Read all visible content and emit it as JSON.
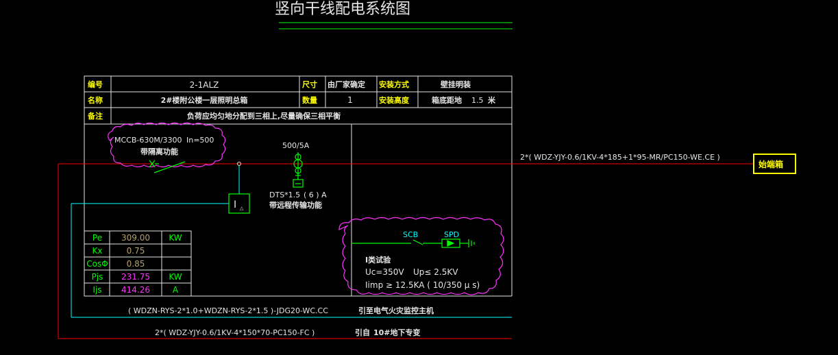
{
  "title": "竖向干线配电系统图",
  "header_table": {
    "row1": {
      "label_no": "编号",
      "value_no": "2-1ALZ",
      "label_size": "尺寸",
      "value_size": "由厂家确定",
      "label_install": "安装方式",
      "value_install": "壁挂明装"
    },
    "row2": {
      "label_name": "名称",
      "value_name": "2#楼附公楼一层照明总箱",
      "label_qty": "数量",
      "value_qty": "1",
      "label_height": "安装高度",
      "value_height_a": "箱底距地",
      "value_height_b": "1.5",
      "value_height_c": "米"
    },
    "row3": {
      "label_note": "备注",
      "value_note": "负荷应均匀地分配到三相上,尽量确保三相平衡"
    }
  },
  "breaker": {
    "model": "MCCB-630M/3300",
    "rating": "In=500",
    "function": "带隔离功能"
  },
  "ct": {
    "ratio": "500/5A"
  },
  "meter": {
    "model": "DTS*1.5",
    "current": "( 6 ) A",
    "function": "带远程传输功能"
  },
  "ct_symbol": "I",
  "load_table": [
    {
      "name": "Pe",
      "value": "309.00",
      "unit": "KW"
    },
    {
      "name": "Kx",
      "value": "0.75",
      "unit": ""
    },
    {
      "name": "CosΦ",
      "value": "0.85",
      "unit": ""
    },
    {
      "name": "Pjs",
      "value": "231.75",
      "unit": "KW"
    },
    {
      "name": "Ijs",
      "value": "414.26",
      "unit": "A"
    }
  ],
  "surge": {
    "scb": "SCB",
    "spd": "SPD",
    "class": "I类试验",
    "uc": "Uc=350V",
    "up": "Up≤ 2.5KV",
    "iimp": "Iimp ≥ 12.5KA ( 10/350 μ s)"
  },
  "outgoing": {
    "cable": "2*(  WDZ-YJY-0.6/1KV-4*185+1*95-MR/PC150-WE.CE       )",
    "target": "始端箱"
  },
  "control_cable": {
    "cable": "(  WDZN-RYS-2*1.0+WDZN-RYS-2*1.5    )-JDG20-WC.CC",
    "dest": "引至电气火灾监控主机"
  },
  "incoming": {
    "cable": "2*(  WDZ-YJY-0.6/1KV-4*150*70-PC150-FC       )",
    "source": "引自",
    "source_b": "10#地下专变"
  },
  "colors": {
    "frame": "#e6e6e6",
    "grid": "#d7f5a0",
    "red": "#ff0000",
    "cyan": "#00ffff",
    "green": "#00ff00",
    "magenta": "#ff33ff",
    "yellow": "#ffff00",
    "tan": "#b5a06a"
  }
}
